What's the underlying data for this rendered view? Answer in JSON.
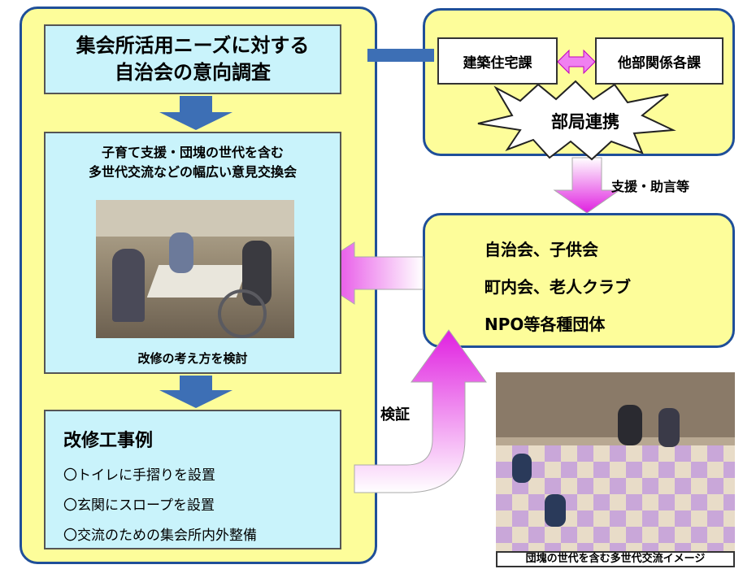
{
  "survey_box": {
    "line1": "集会所活用ニーズに対する",
    "line2": "自治会の意向調査"
  },
  "exchange_box": {
    "title_line1": "子育て支援・団塊の世代を含む",
    "title_line2": "多世代交流などの幅広い意見交換会",
    "caption": "改修の考え方を検討"
  },
  "examples_box": {
    "title": "改修工事例",
    "items": [
      "〇トイレに手摺りを設置",
      "〇玄関にスロープを設置",
      "〇交流のための集会所内外整備"
    ]
  },
  "departments": {
    "left": "建築住宅課",
    "right": "他部関係各課",
    "burst": "部局連携"
  },
  "support_label": "支援・助言等",
  "verify_label": "検証",
  "groups_box": {
    "line1": "自治会、子供会",
    "line2": "町内会、老人クラブ",
    "line3": "NPO等各種団体"
  },
  "photo_caption": "団塊の世代を含む多世代交流イメージ",
  "colors": {
    "panel_fill": "#fdfd9a",
    "panel_border": "#1f4f99",
    "box_fill": "#c9f3fb",
    "blue_arrow": "#3d6fb5",
    "magenta_arrow": "#e020e0"
  }
}
